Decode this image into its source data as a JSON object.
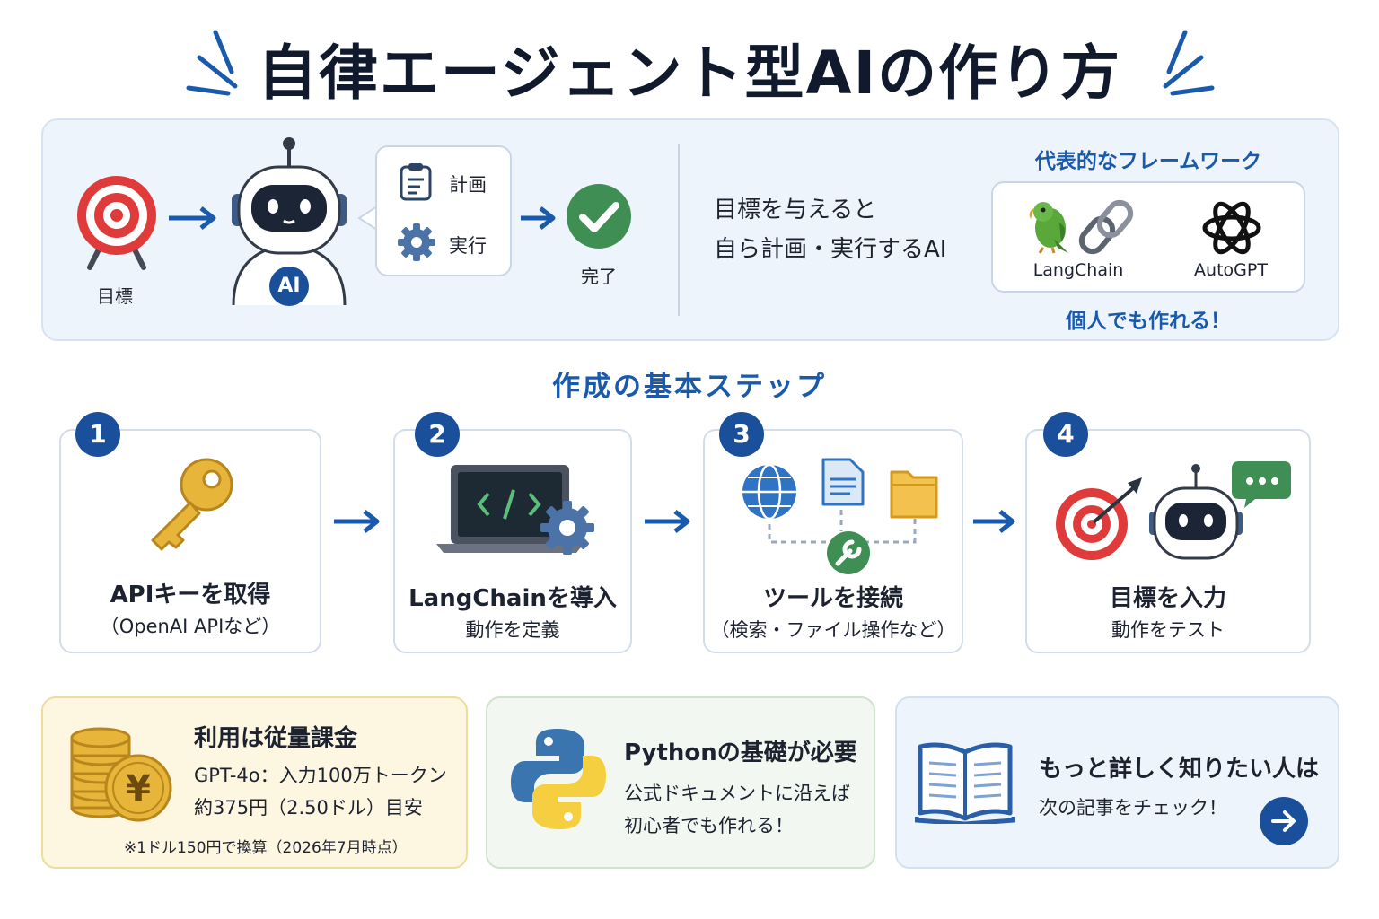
{
  "title": "自律エージェント型AIの作り方",
  "overview": {
    "goal_label": "目標",
    "robot_badge": "AI",
    "plan_label": "計画",
    "execute_label": "実行",
    "done_label": "完了",
    "description_line1": "目標を与えると",
    "description_line2": "自ら計画・実行するAI",
    "frameworks_title": "代表的なフレームワーク",
    "frameworks": [
      {
        "name": "LangChain",
        "icon": "parrot-chain-icon"
      },
      {
        "name": "AutoGPT",
        "icon": "openai-logo-icon"
      }
    ],
    "frameworks_note": "個人でも作れる！"
  },
  "steps_title": "作成の基本ステップ",
  "steps": [
    {
      "number": "1",
      "label": "APIキーを取得",
      "sub": "（OpenAI APIなど）",
      "icon": "key-icon"
    },
    {
      "number": "2",
      "label": "LangChainを導入",
      "sub": "動作を定義",
      "icon": "laptop-code-icon"
    },
    {
      "number": "3",
      "label": "ツールを接続",
      "sub": "（検索・ファイル操作など）",
      "icon": "tools-network-icon"
    },
    {
      "number": "4",
      "label": "目標を入力",
      "sub": "動作をテスト",
      "icon": "target-robot-icon"
    }
  ],
  "cost": {
    "title": "利用は従量課金",
    "line1": "GPT-4o：入力100万トークン",
    "line2": "約375円（2.50ドル）目安",
    "note": "※1ドル150円で換算（2026年7月時点）",
    "icon": "yen-coins-icon"
  },
  "python": {
    "title": "Pythonの基礎が必要",
    "line1": "公式ドキュメントに沿えば",
    "line2": "初心者でも作れる！",
    "icon": "python-logo-icon"
  },
  "more": {
    "title": "もっと詳しく知りたい人は",
    "line1": "次の記事をチェック！",
    "icon": "open-book-icon"
  },
  "colors": {
    "accent_blue": "#1a5aad",
    "navy": "#1a4f9c",
    "target_red": "#e03b3b",
    "check_green": "#3f8f55"
  }
}
